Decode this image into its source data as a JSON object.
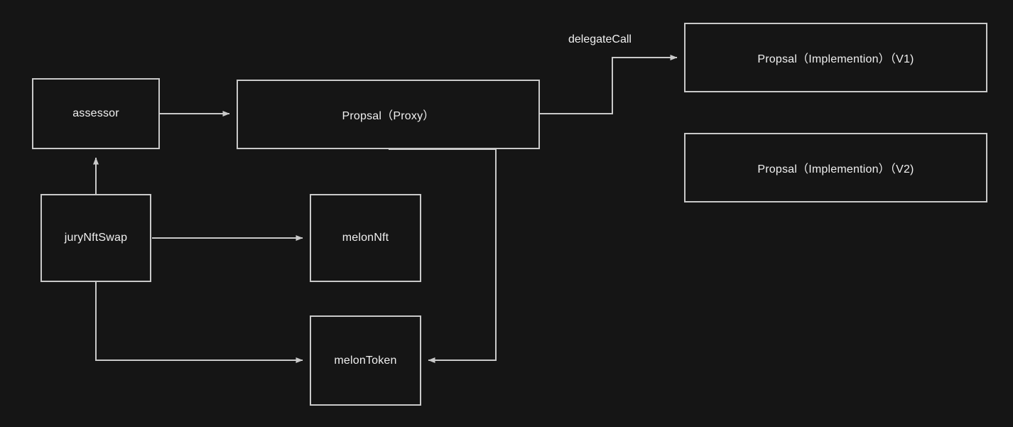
{
  "diagram": {
    "background_color": "#151515",
    "stroke_color": "#c9c9c9",
    "text_color": "#f0f0f0",
    "nodes": [
      {
        "id": "assessor",
        "label": "assessor"
      },
      {
        "id": "proxy",
        "label": "Propsal（Proxy）"
      },
      {
        "id": "impl_v1",
        "label": "Propsal（Implemention）（V1)"
      },
      {
        "id": "impl_v2",
        "label": "Propsal（Implemention）（V2)"
      },
      {
        "id": "jurynftswap",
        "label": "juryNftSwap"
      },
      {
        "id": "melonnft",
        "label": "melonNft"
      },
      {
        "id": "melontoken",
        "label": "melonToken"
      }
    ],
    "edges": [
      {
        "id": "assessor-to-proxy",
        "from": "assessor",
        "to": "proxy",
        "label": ""
      },
      {
        "id": "proxy-to-impl-v1",
        "from": "proxy",
        "to": "impl_v1",
        "label": "delegateCall"
      },
      {
        "id": "jurynftswap-to-assessor",
        "from": "jurynftswap",
        "to": "assessor",
        "label": ""
      },
      {
        "id": "jurynftswap-to-melonnft",
        "from": "jurynftswap",
        "to": "melonnft",
        "label": ""
      },
      {
        "id": "jurynftswap-to-melontoken",
        "from": "jurynftswap",
        "to": "melontoken",
        "label": ""
      },
      {
        "id": "proxy-to-melontoken",
        "from": "proxy",
        "to": "melontoken",
        "label": ""
      }
    ]
  }
}
